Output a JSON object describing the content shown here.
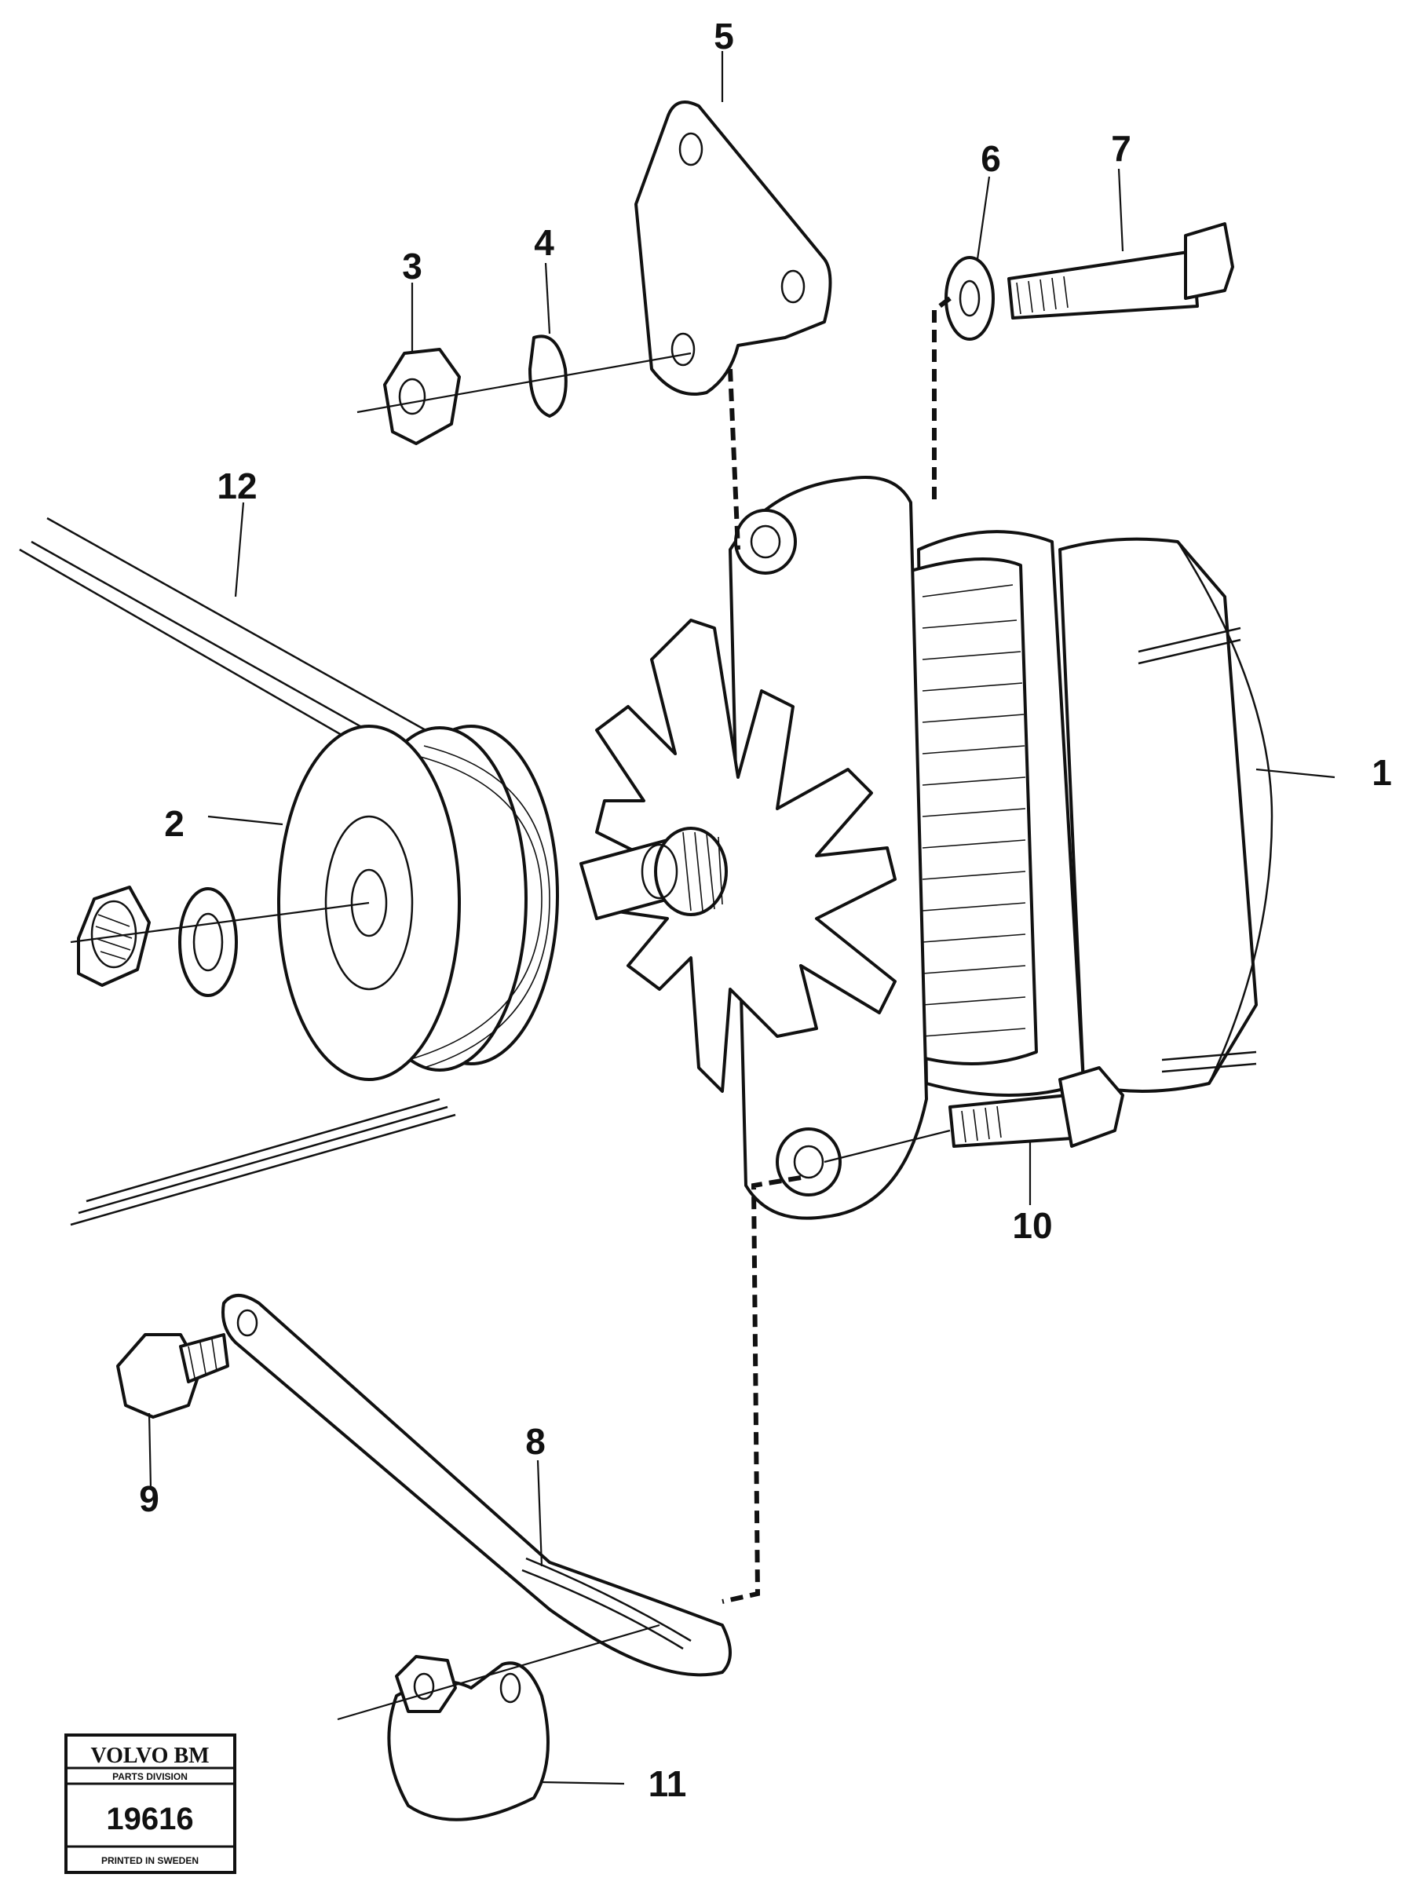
{
  "callouts": {
    "c1": "1",
    "c2": "2",
    "c3": "3",
    "c4": "4",
    "c5": "5",
    "c6": "6",
    "c7": "7",
    "c8": "8",
    "c9": "9",
    "c10": "10",
    "c11": "11",
    "c12": "12"
  },
  "stamp": {
    "brand": "VOLVO BM",
    "division": "PARTS DIVISION",
    "number": "19616",
    "footer": "PRINTED IN SWEDEN"
  }
}
